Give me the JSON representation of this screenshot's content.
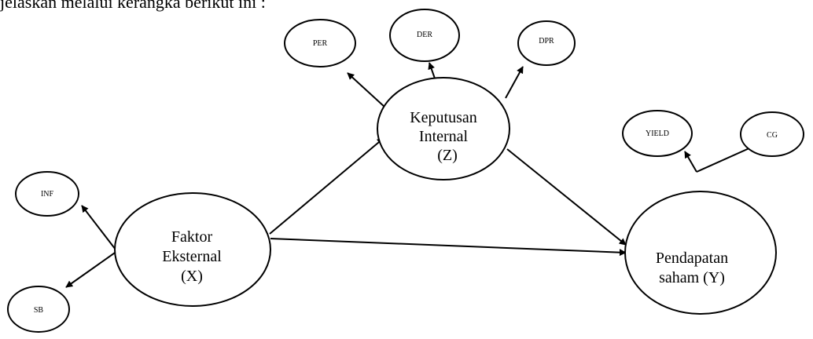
{
  "caption": "jelaskan melalui kerangka berikut ini :",
  "nodes": {
    "per": "PER",
    "der": "DER",
    "dpr": "DPR",
    "keputusan_line1": "Keputusan",
    "keputusan_line2": "Internal",
    "keputusan_line3": "(Z)",
    "yield": "YIELD",
    "cg": "CG",
    "inf": "INF",
    "faktor_line1": "Faktor",
    "faktor_line2": "Eksternal",
    "faktor_line3": "(X)",
    "pendapatan_line1": "Pendapatan",
    "pendapatan_line2": "saham (Y)",
    "sb": "SB"
  }
}
